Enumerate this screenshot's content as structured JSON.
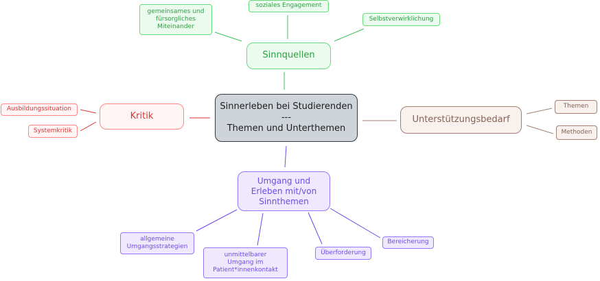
{
  "center": "Sinnerleben bei Studierenden\n---\nThemen und Unterthemen",
  "branches": {
    "sinnquellen": {
      "label": "Sinnquellen",
      "children": [
        "gemeinsames und\nfürsorgliches\nMiteinander",
        "soziales Engagement",
        "Selbstverwirklichung"
      ]
    },
    "kritik": {
      "label": "Kritik",
      "children": [
        "Ausbildungssituation",
        "Systemkritik"
      ]
    },
    "unterstuetzung": {
      "label": "Unterstützungsbedarf",
      "children": [
        "Themen",
        "Methoden"
      ]
    },
    "umgang": {
      "label": "Umgang und\nErleben mit/von\nSinnthemen",
      "children": [
        "allgemeine\nUmgangsstrategien",
        "unmittelbarer\nUmgang im\nPatient*innenkontakt",
        "Überforderung",
        "Bereicherung"
      ]
    }
  },
  "colors": {
    "green": "#2f9e44",
    "red": "#e03131",
    "brown": "#846358",
    "purple": "#7048e8",
    "center": "#ced4da"
  }
}
